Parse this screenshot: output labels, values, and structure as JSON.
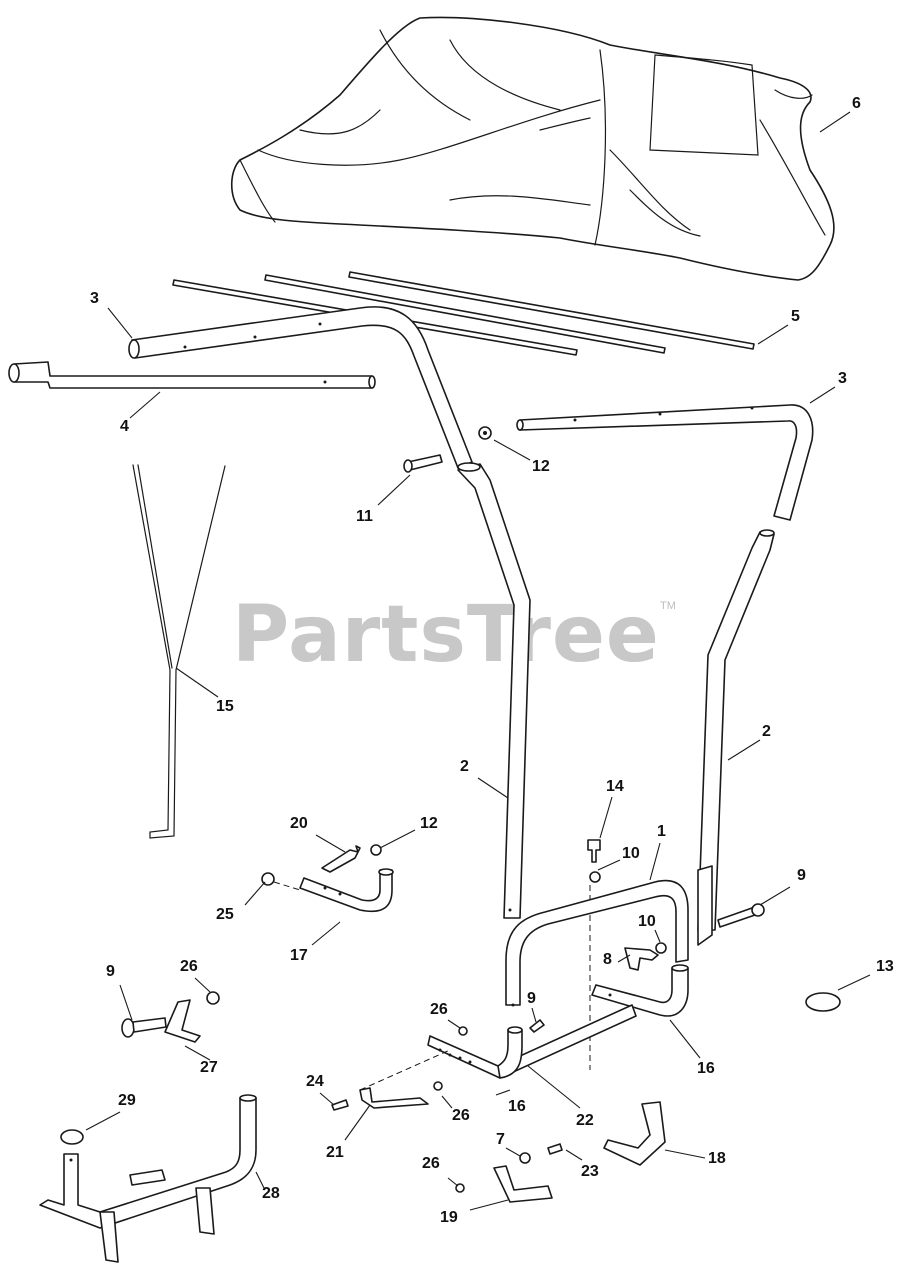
{
  "watermark": {
    "text": "PartsTree",
    "tm": "TM"
  },
  "callouts": [
    "6",
    "3",
    "5",
    "4",
    "3",
    "12",
    "11",
    "15",
    "2",
    "2",
    "14",
    "1",
    "10",
    "20",
    "12",
    "9",
    "25",
    "17",
    "10",
    "8",
    "13",
    "9",
    "26",
    "26",
    "9",
    "27",
    "16",
    "24",
    "16",
    "26",
    "22",
    "21",
    "29",
    "7",
    "23",
    "18",
    "26",
    "28",
    "19"
  ]
}
